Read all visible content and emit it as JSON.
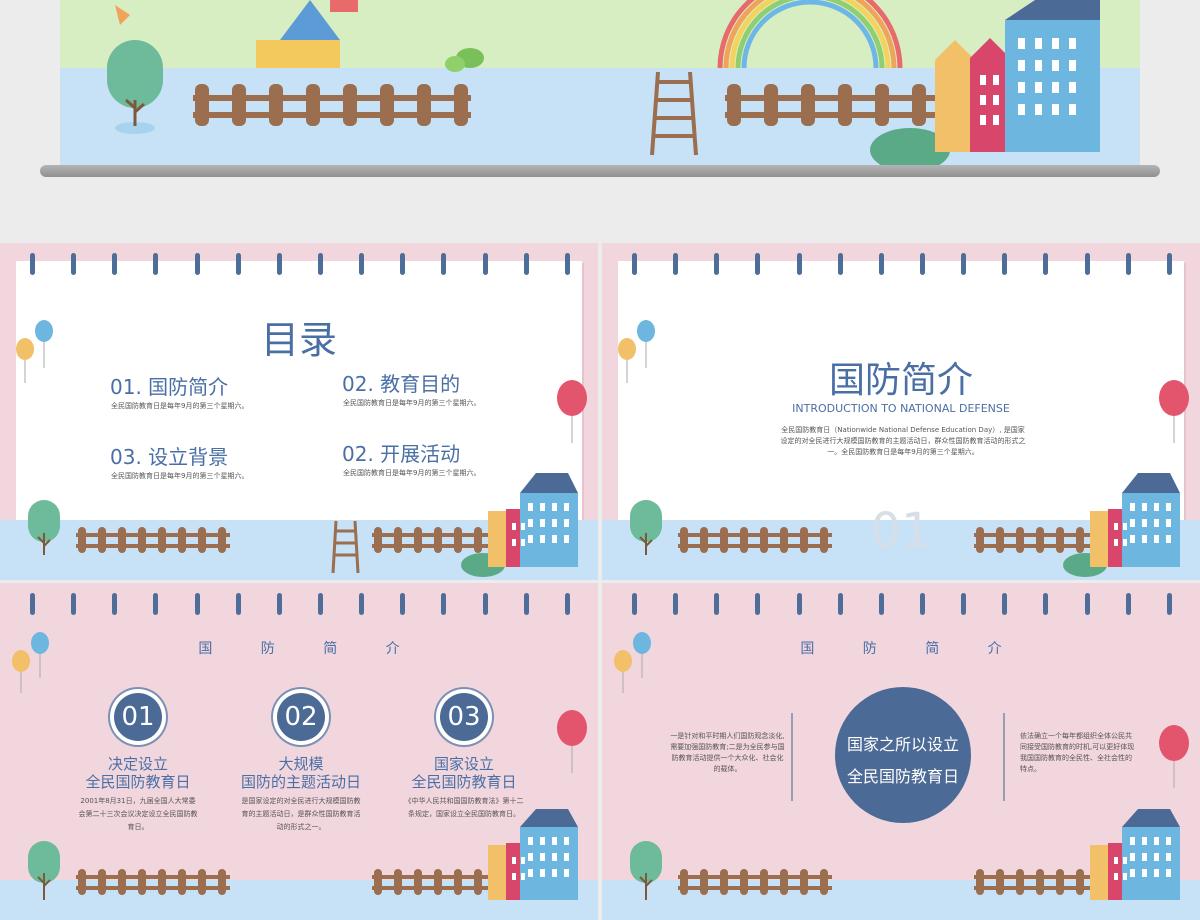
{
  "slide2": {
    "title": "目录",
    "items": [
      {
        "label": "01. 国防简介",
        "desc": "全民国防教育日是每年9月的第三个星期六。"
      },
      {
        "label": "02. 教育目的",
        "desc": "全民国防教育日是每年9月的第三个星期六。"
      },
      {
        "label": "03.  设立背景",
        "desc": "全民国防教育日是每年9月的第三个星期六。"
      },
      {
        "label": "02. 开展活动",
        "desc": "全民国防教育日是每年9月的第三个星期六。"
      }
    ]
  },
  "slide3": {
    "title": "国防简介",
    "subtitle": "INTRODUCTION TO NATIONAL DEFENSE",
    "para": "全民国防教育日（Nationwide National Defense Education Day）, 是国家设定的对全民进行大规模国防教育的主题活动日，群众性国防教育活动的形式之一。全民国防教育日是每年9月的第三个星期六。",
    "number": "01"
  },
  "slide4": {
    "title": "国 防 简 介",
    "cols": [
      {
        "num": "01",
        "head1": "决定设立",
        "head2": "全民国防教育日",
        "body": "2001年8月31日，九届全国人大常委会第二十三次会议决定设立全民国防教育日。"
      },
      {
        "num": "02",
        "head1": "大规模",
        "head2": "国防的主题活动日",
        "body": "是国家设定的对全民进行大规模国防教育的主题活动日，是群众性国防教育活动的形式之一。"
      },
      {
        "num": "03",
        "head1": "国家设立",
        "head2": "全民国防教育日",
        "body": "《中华人民共和国国防教育法》第十二条规定，国家设立全民国防教育日。"
      }
    ]
  },
  "slide5": {
    "title": "国 防 简 介",
    "left": "一是针对和平时期人们国防观念淡化,需要加强国防教育;二是为全民参与国防教育活动提供一个大众化、社会化的载体。",
    "center": "国家之所以设立全民国防教育日",
    "right": "依法确立一个每年都组织全体公民共同接受国防教育的时机,可以更好体现我国国防教育的全民性、全社会性的特点。"
  },
  "colors": {
    "accent": "#4a6fa5",
    "pink": "#f2d6de",
    "sky": "#c7e2f6",
    "balloon_red": "#e3546d"
  }
}
